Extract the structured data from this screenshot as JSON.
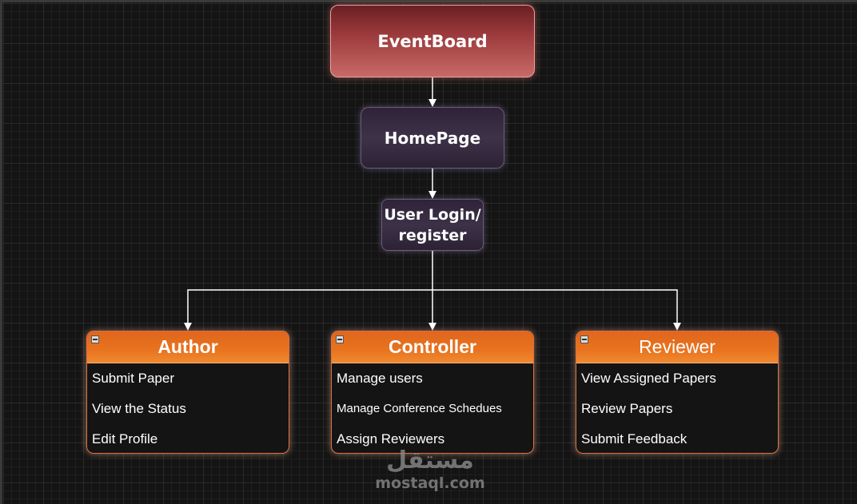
{
  "colors": {
    "canvas_bg": "#141414",
    "eventboard_fill": "#a03d3f",
    "page_node_fill": "#3a2e44",
    "role_header": "#e8731f",
    "role_border": "#e07040",
    "connector": "#ffffff"
  },
  "diagram": {
    "root": {
      "label": "EventBoard"
    },
    "homepage": {
      "label": "HomePage"
    },
    "login": {
      "label": "User Login/\nregister"
    },
    "roles": [
      {
        "title": "Author",
        "title_bold": true,
        "collapse_icon": "minus-box-icon",
        "items": [
          "Submit Paper",
          "View the Status",
          "Edit Profile"
        ]
      },
      {
        "title": "Controller",
        "title_bold": true,
        "collapse_icon": "minus-box-icon",
        "items": [
          "Manage users",
          "Manage Conference Schedues",
          "Assign Reviewers"
        ]
      },
      {
        "title": "Reviewer",
        "title_bold": false,
        "collapse_icon": "minus-box-icon",
        "items": [
          "View Assigned Papers",
          "Review Papers",
          "Submit Feedback"
        ]
      }
    ],
    "edges": [
      {
        "from": "EventBoard",
        "to": "HomePage"
      },
      {
        "from": "HomePage",
        "to": "User Login/register"
      },
      {
        "from": "User Login/register",
        "to": "Author"
      },
      {
        "from": "User Login/register",
        "to": "Controller"
      },
      {
        "from": "User Login/register",
        "to": "Reviewer"
      }
    ]
  },
  "watermark": {
    "arabic": "مستقل",
    "latin": "mostaql.com"
  }
}
